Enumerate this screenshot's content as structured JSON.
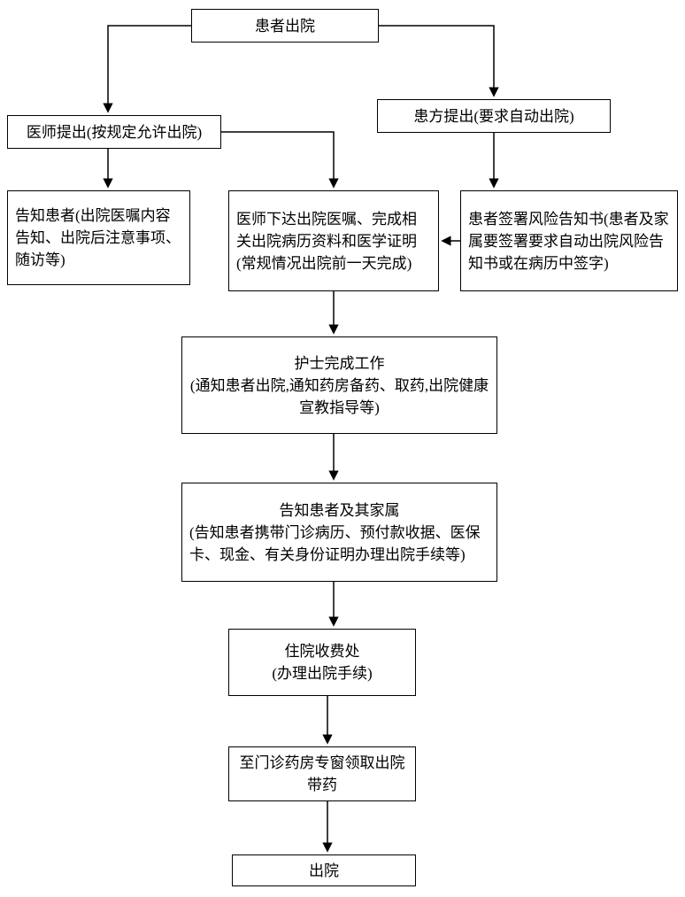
{
  "diagram": {
    "title_hint": "患者出院流程图",
    "line_color": "#000000",
    "box_border_color": "#000000",
    "box_fill_color": "#ffffff"
  },
  "nodes": {
    "start": {
      "text": "患者出院"
    },
    "doctor_propose": {
      "text": "医师提出(按规定允许出院)"
    },
    "patient_propose": {
      "text": "患方提出(要求自动出院)"
    },
    "inform_patient": {
      "text": "告知患者(出院医嘱内容告知、出院后注意事项、随访等)"
    },
    "doctor_orders": {
      "text": "医师下达出院医嘱、完成相关出院病历资料和医学证明(常规情况出院前一天完成)"
    },
    "risk_notice": {
      "text": "患者签署风险告知书(患者及家属要签署要求自动出院风险告知书或在病历中签字)"
    },
    "nurse_work": {
      "title": "护士完成工作",
      "body": "(通知患者出院,通知药房备药、取药,出院健康宣教指导等)"
    },
    "inform_family": {
      "title": "告知患者及其家属",
      "body": "(告知患者携带门诊病历、预付款收据、医保卡、现金、有关身份证明办理出院手续等)"
    },
    "cashier": {
      "title": "住院收费处",
      "body": "(办理出院手续)"
    },
    "pharmacy": {
      "text": "至门诊药房专窗领取出院带药"
    },
    "end": {
      "text": "出院"
    }
  }
}
